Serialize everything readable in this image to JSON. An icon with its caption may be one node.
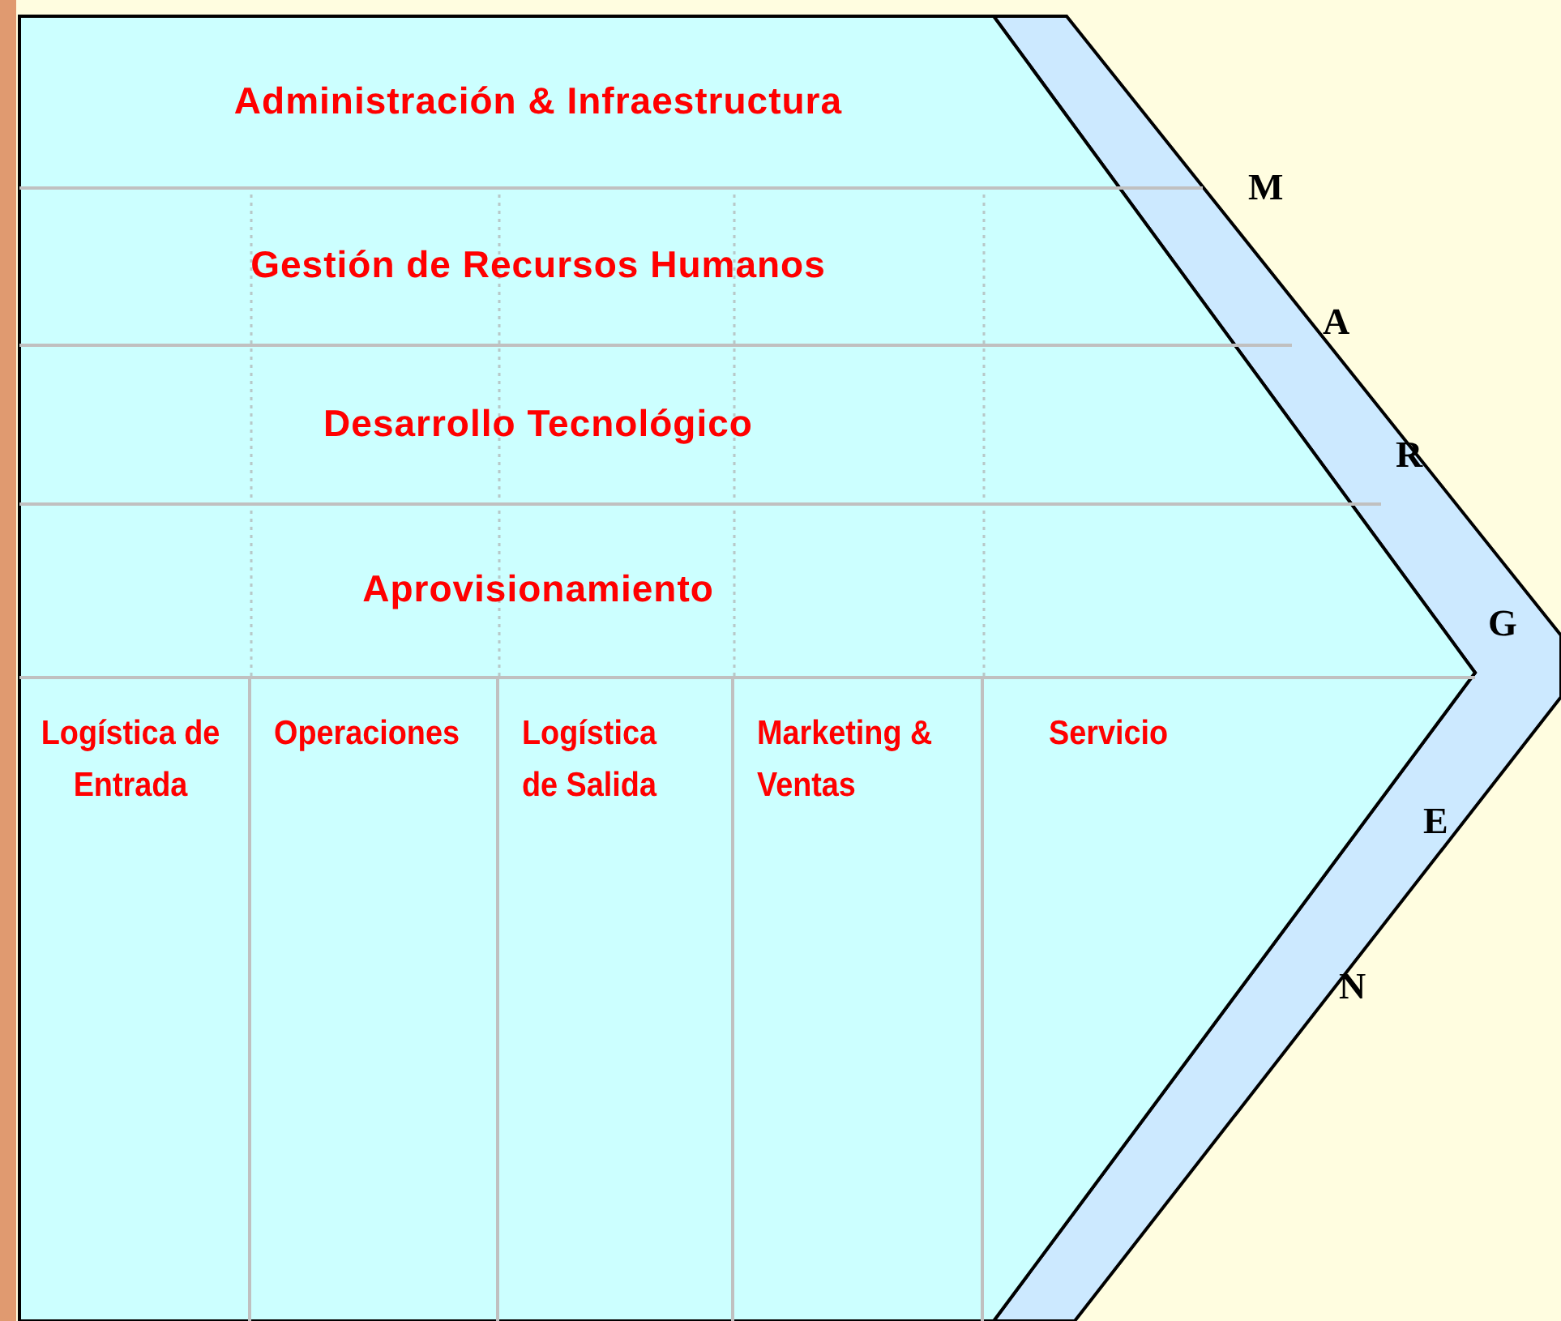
{
  "diagram": {
    "nodes": [
      {
        "text": [
          "Administración & Infraestructura"
        ]
      },
      {
        "text": [
          "Gestión de Recursos Humanos"
        ]
      },
      {
        "text": [
          "Desarrollo Tecnológico"
        ]
      },
      {
        "text": [
          "Aprovisionamiento"
        ]
      },
      {
        "text": [
          "Logística de Entrada"
        ]
      },
      {
        "text": [
          "Operaciones"
        ]
      },
      {
        "text": [
          "Logística de Salida"
        ]
      },
      {
        "text": [
          "Marketing & Ventas"
        ]
      },
      {
        "text": [
          "Servicio"
        ]
      }
    ],
    "edges": [],
    "labels": [
      "M",
      "A",
      "R",
      "G",
      "E",
      "N"
    ]
  }
}
